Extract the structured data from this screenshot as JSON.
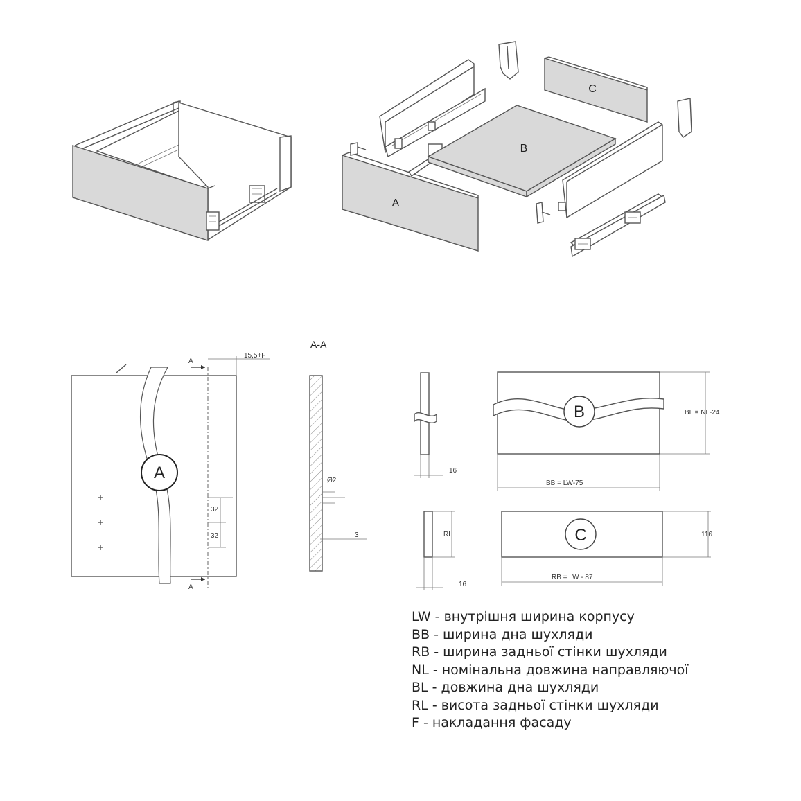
{
  "labels": {
    "part_a": "A",
    "part_b": "B",
    "part_c": "C",
    "section": "A-A"
  },
  "dimensions": {
    "offset": "15,5+F",
    "pitch1": "32",
    "pitch2": "32",
    "hole_diameter": "Ø2",
    "depth": "3",
    "section_mark_top": "A",
    "section_mark_bottom": "A",
    "bottom_thickness": "16",
    "back_thickness": "16",
    "bottom_length": "BL = NL-24",
    "bottom_width": "BB = LW-75",
    "back_width": "RB = LW - 87",
    "back_height_label": "RL",
    "back_height": "116"
  },
  "legend": [
    "LW - внутрішня ширина корпусу",
    "BB - ширина дна шухляди",
    "RB - ширина задньої стінки шухляди",
    "NL - номінальна довжина направляючої",
    "BL - довжина дна шухляди",
    "RL - висота задньої стінки шухляди",
    "F - накладання фасаду"
  ]
}
